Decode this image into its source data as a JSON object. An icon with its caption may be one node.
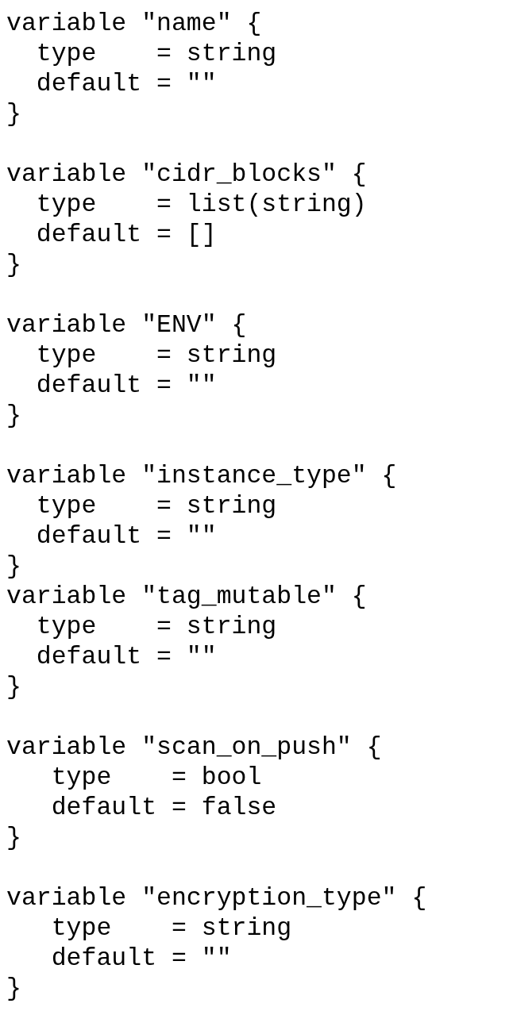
{
  "diagram": {
    "labels": [
      "variable \"name\" {",
      "  type    = string",
      "  default = \"\"",
      "}",
      "variable \"cidr_blocks\" {",
      "  type    = list(string)",
      "  default = []",
      "}",
      "variable \"ENV\" {",
      "  type    = string",
      "  default = \"\"",
      "}",
      "variable \"instance_type\" {",
      "  type    = string",
      "  default = \"\"",
      "}",
      "variable \"tag_mutable\" {",
      "  type    = string",
      "  default = \"\"",
      "}",
      "variable \"scan_on_push\" {",
      "   type    = bool",
      "   default = false",
      "}",
      "variable \"encryption_type\" {",
      "   type    = string",
      "   default = \"\"",
      "}"
    ]
  }
}
